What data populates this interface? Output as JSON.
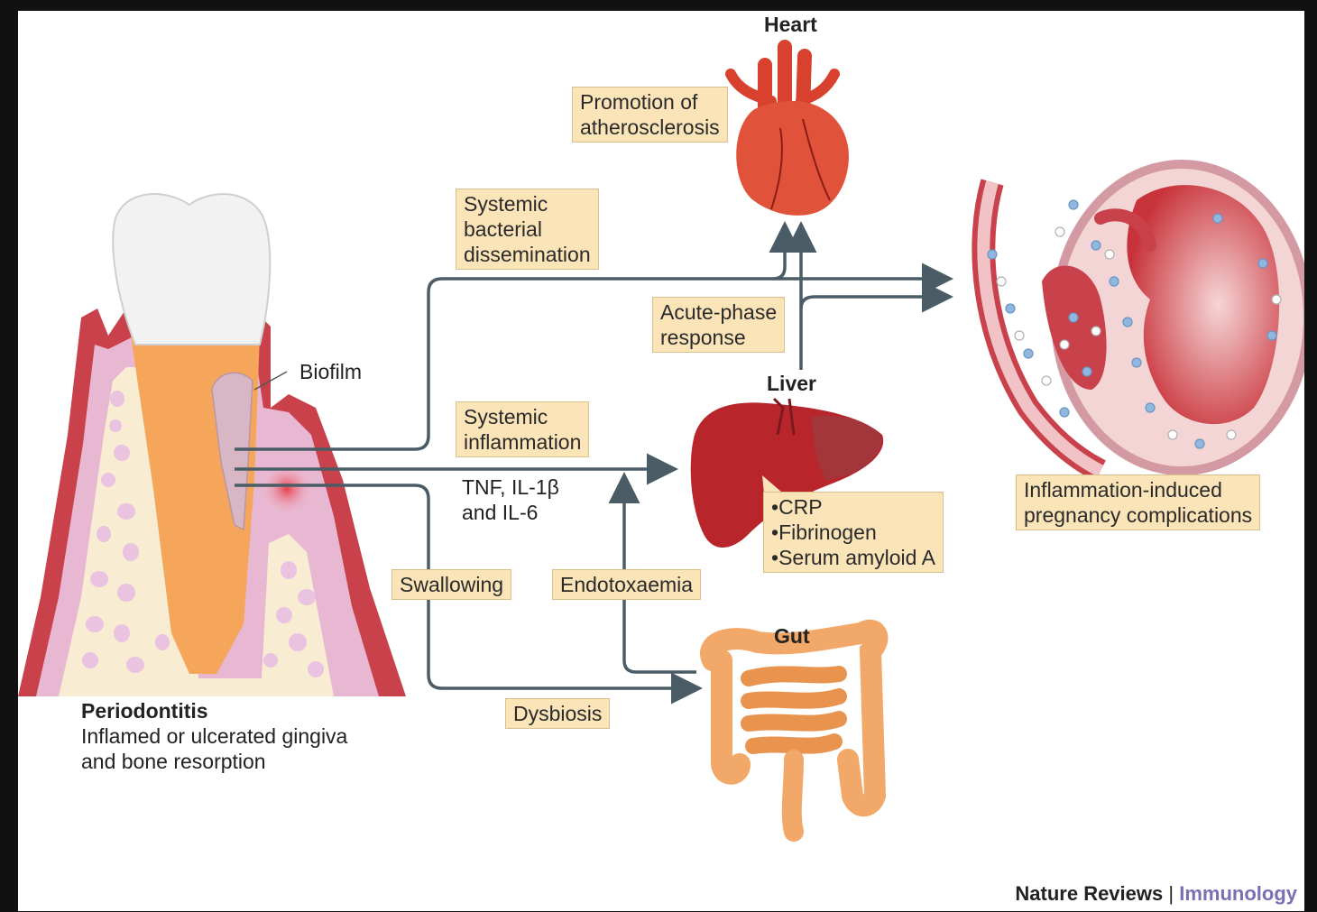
{
  "organs": {
    "heart": "Heart",
    "liver": "Liver",
    "gut": "Gut"
  },
  "labels": {
    "biofilm": "Biofilm",
    "cytokines_line1": "TNF, IL-1β",
    "cytokines_line2": "and IL-6",
    "periodontitis_title": "Periodontitis",
    "periodontitis_line1": "Inflamed or ulcerated gingiva",
    "periodontitis_line2": "and bone resorption"
  },
  "boxes": {
    "atherosclerosis": [
      "Promotion of",
      "atherosclerosis"
    ],
    "dissemination": [
      "Systemic",
      "bacterial",
      "dissemination"
    ],
    "acute_phase": [
      "Acute-phase",
      "response"
    ],
    "inflammation": [
      "Systemic",
      "inflammation"
    ],
    "liver_products": [
      "CRP",
      "Fibrinogen",
      "Serum amyloid A"
    ],
    "swallowing": "Swallowing",
    "endotoxaemia": "Endotoxaemia",
    "dysbiosis": "Dysbiosis",
    "pregnancy": [
      "Inflammation-induced",
      "pregnancy complications"
    ]
  },
  "footer": {
    "journal": "Nature Reviews",
    "separator": "|",
    "section": "Immunology"
  },
  "colors": {
    "arrow": "#4a5c66",
    "label_box": "#fbe4b8",
    "heart": "#e0533a",
    "liver": "#b8252b",
    "gut": "#f2a868",
    "tooth_root": "#f5a65a",
    "gingiva": "#c9414a",
    "footer_accent": "#7b6fb3"
  }
}
